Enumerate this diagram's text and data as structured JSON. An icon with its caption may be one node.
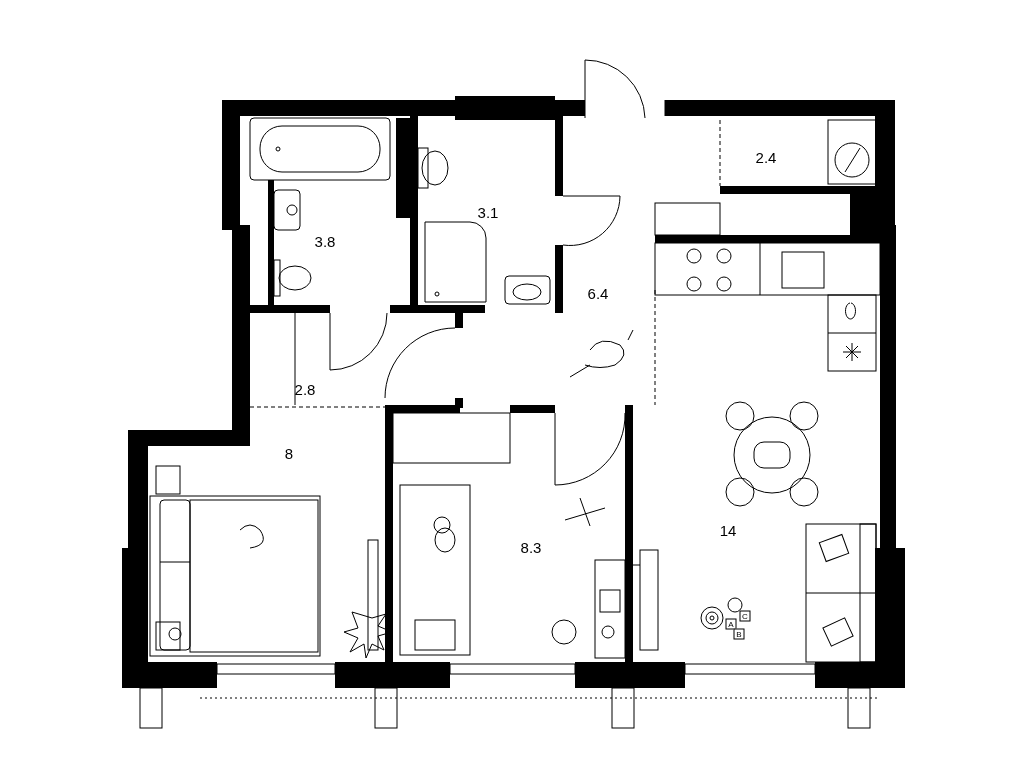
{
  "diagram": {
    "labels": [
      "3.8",
      "3.1",
      "2.4",
      "6.4",
      "2.8",
      "8",
      "8.3",
      "14",
      "C",
      "A",
      "B"
    ]
  }
}
